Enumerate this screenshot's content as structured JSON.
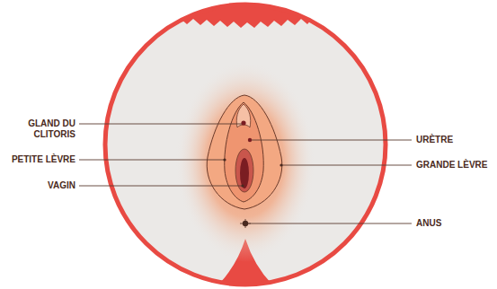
{
  "diagram": {
    "labels": [
      "GLAND DU CLITORIS",
      "PETITE LÈVRE",
      "VAGIN",
      "URÈTRE",
      "GRANDE LÈVRE",
      "ANUS"
    ]
  }
}
